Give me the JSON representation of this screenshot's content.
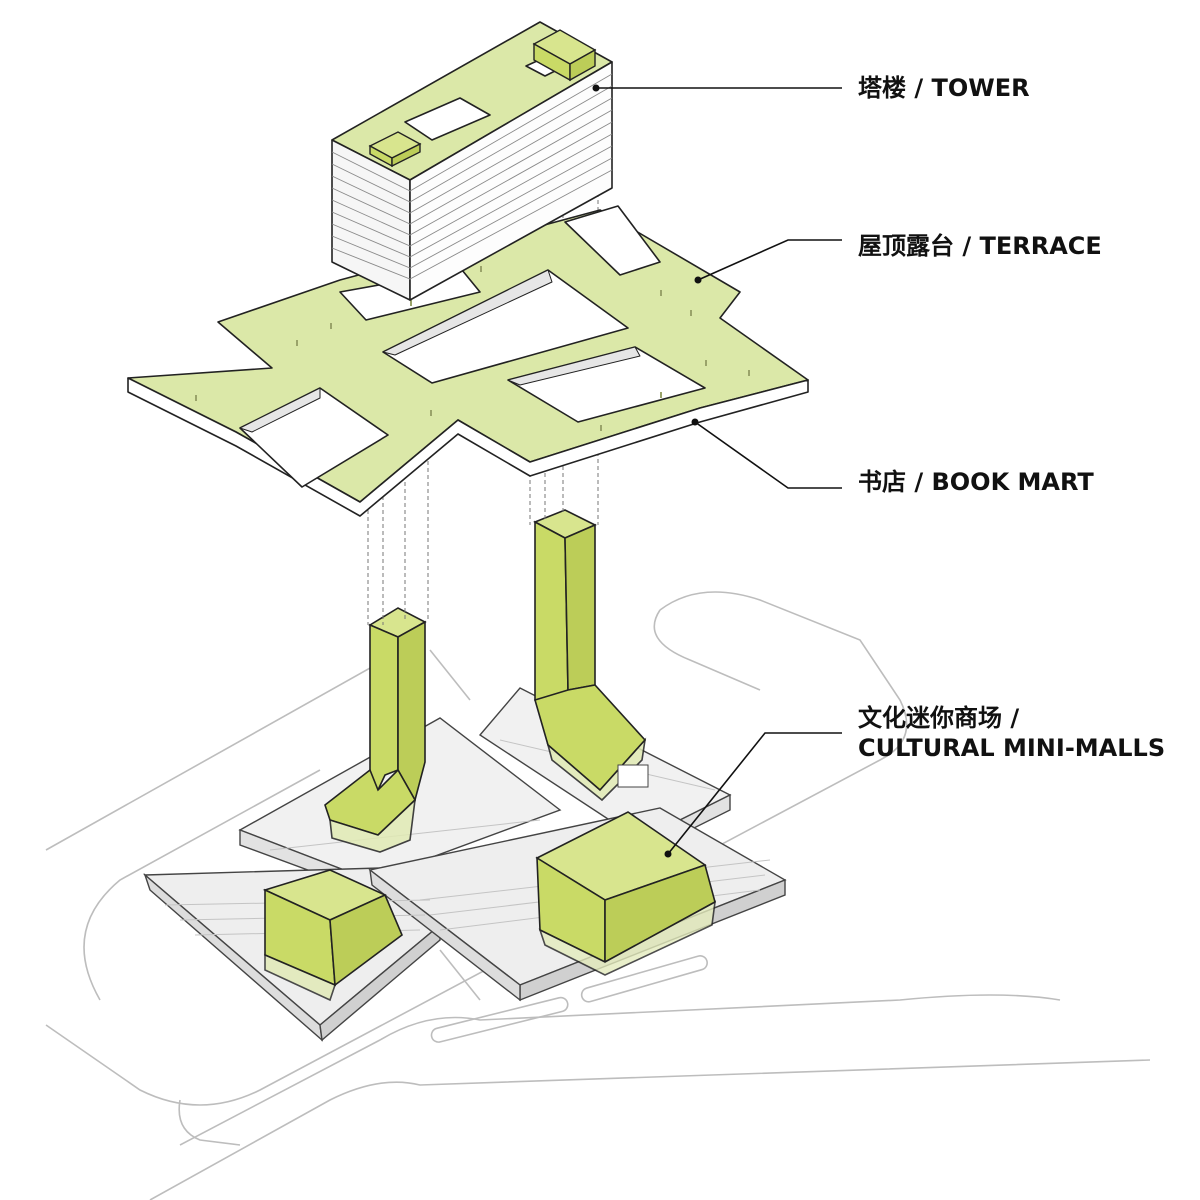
{
  "labels": {
    "tower": "塔楼 / TOWER",
    "terrace": "屋顶露台 / TERRACE",
    "book_mart": "书店 / BOOK MART",
    "mini_malls_line1": "文化迷你商场 /",
    "mini_malls_line2": "CULTURAL MINI-MALLS"
  },
  "colors": {
    "accent_green": "#d2e27f",
    "terrace_green": "#dbe8a8",
    "glass_grey": "#ececec",
    "line": "#1a1a1a",
    "faint_line": "#b9b9b9"
  }
}
